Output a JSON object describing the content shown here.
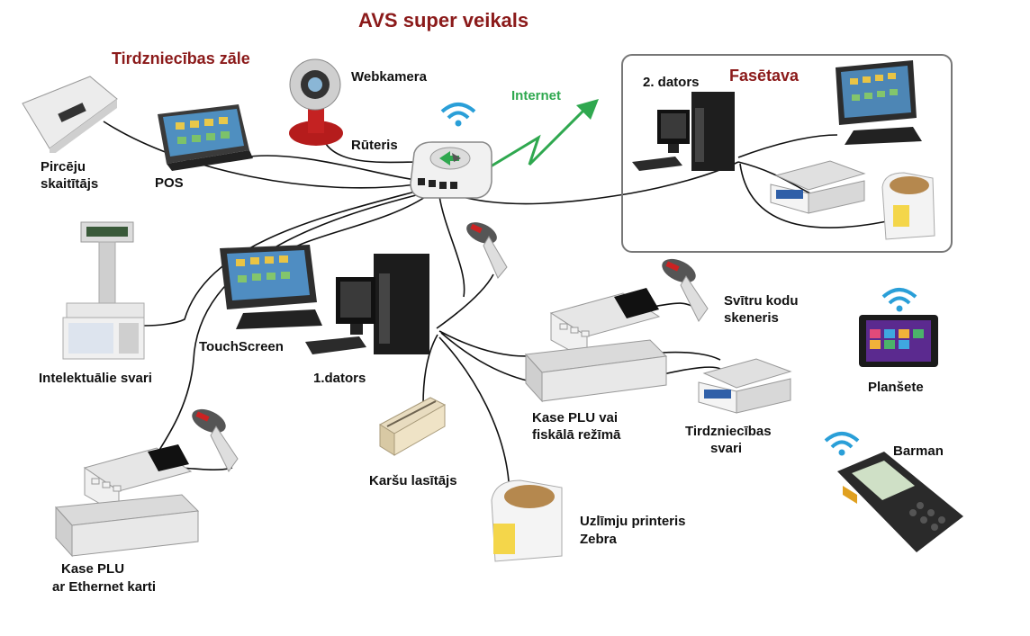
{
  "title": "AVS super veikals",
  "zones": {
    "sales_hall": "Tirdzniecības zāle",
    "packing": "Fasētava"
  },
  "network": {
    "internet": "Internet"
  },
  "labels": {
    "customer_counter_1": "Pircēju",
    "customer_counter_2": "skaitītājs",
    "pos": "POS",
    "webcam": "Webkamera",
    "router": "Rūteris",
    "computer2": "2. dators",
    "smart_scale": "Intelektuālie svari",
    "touchscreen": "TouchScreen",
    "computer1": "1.dators",
    "barcode_1": "Svītru kodu",
    "barcode_2": "skeneris",
    "tablet": "Planšete",
    "cash_fiscal_1": "Kase PLU vai",
    "cash_fiscal_2": "fiskālā režīmā",
    "trade_scale_1": "Tirdzniecības",
    "trade_scale_2": "svari",
    "barman": "Barman",
    "card_reader": "Karšu lasītājs",
    "label_printer_1": "Uzlīmju printeris",
    "label_printer_2": "Zebra",
    "cash_eth_1": "Kase PLU",
    "cash_eth_2": "ar Ethernet karti"
  },
  "colors": {
    "title": "#8b1a1a",
    "internet": "#2fa84f",
    "wifi": "#2a9fd8",
    "cable": "#111111"
  }
}
